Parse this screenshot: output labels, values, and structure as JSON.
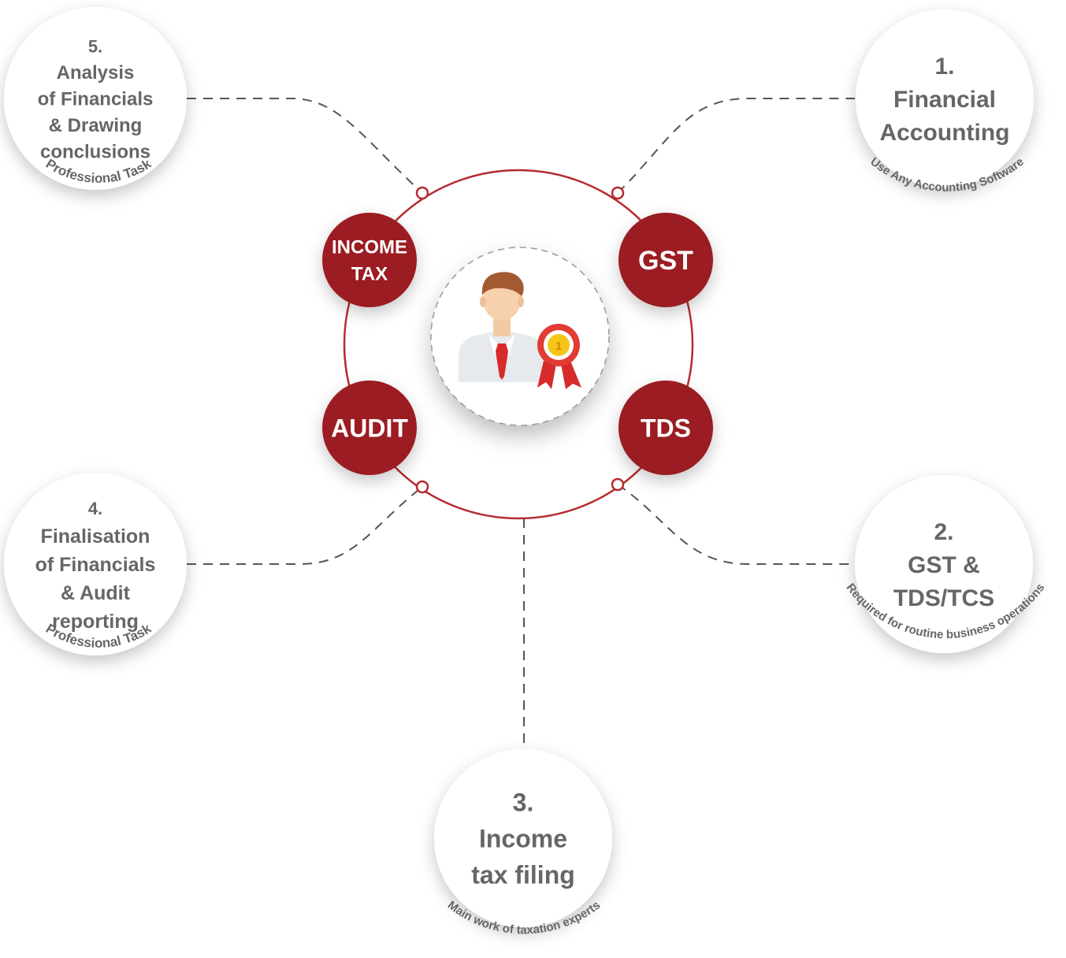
{
  "colors": {
    "accent": "#9b1c20",
    "ring": "#b52a30",
    "node_text": "#666666",
    "dash": "#555555",
    "badge_text": "#ffffff"
  },
  "center": {
    "icon": "professional-award-icon"
  },
  "badges": [
    {
      "id": "income-tax",
      "lines": [
        "INCOME",
        "TAX"
      ]
    },
    {
      "id": "gst",
      "lines": [
        "GST"
      ]
    },
    {
      "id": "audit",
      "lines": [
        "AUDIT"
      ]
    },
    {
      "id": "tds",
      "lines": [
        "TDS"
      ]
    }
  ],
  "nodes": [
    {
      "id": "financial-accounting",
      "lines": [
        "1.",
        "Financial",
        "Accounting"
      ],
      "caption": "Use Any Accounting Software"
    },
    {
      "id": "gst-tds",
      "lines": [
        "2.",
        "GST &",
        "TDS/TCS"
      ],
      "caption": "Required for routine business operations"
    },
    {
      "id": "income-tax-filing",
      "lines": [
        "3.",
        "Income",
        "tax filing"
      ],
      "caption": "Main work of taxation experts"
    },
    {
      "id": "finalisation",
      "lines": [
        "4.",
        "Finalisation",
        "of Financials",
        "& Audit",
        "reporting"
      ],
      "caption": "Professional Task"
    },
    {
      "id": "analysis",
      "lines": [
        "5.",
        "Analysis",
        "of Financials",
        "& Drawing",
        "conclusions"
      ],
      "caption": "Professional Task"
    }
  ]
}
